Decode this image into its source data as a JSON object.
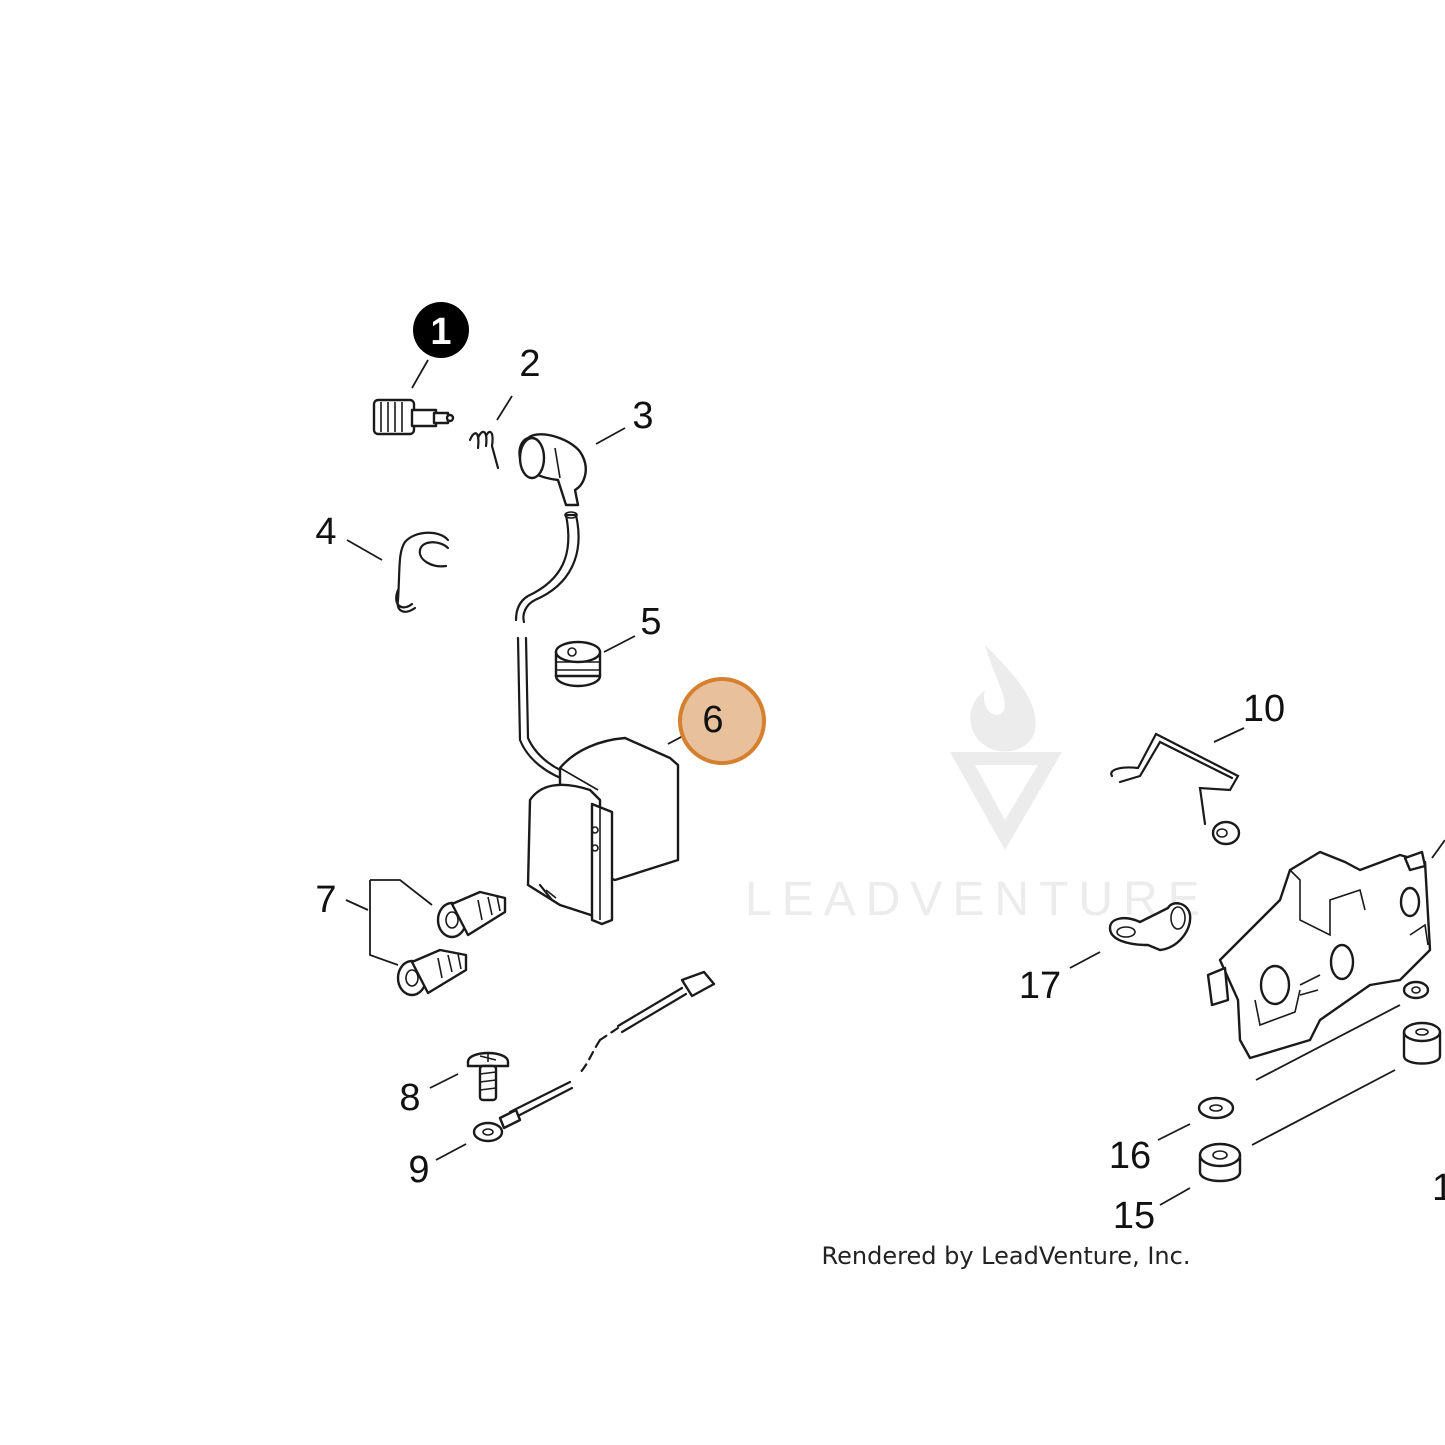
{
  "callouts": {
    "c1": "1",
    "c2": "2",
    "c3": "3",
    "c4": "4",
    "c5": "5",
    "c6": "6",
    "c7": "7",
    "c8": "8",
    "c9": "9",
    "c10": "10",
    "c15": "15",
    "c16": "16",
    "c17": "17",
    "c_edge": "1"
  },
  "highlight": {
    "selected_callout": "6",
    "color": "#e8c09c",
    "ring": "#d4802e"
  },
  "badge": {
    "callout": "1",
    "color": "#000000"
  },
  "watermark": {
    "brand": "LEADVENTURE",
    "icon": "flame-v-logo-icon"
  },
  "credit": "Rendered by LeadVenture, Inc."
}
